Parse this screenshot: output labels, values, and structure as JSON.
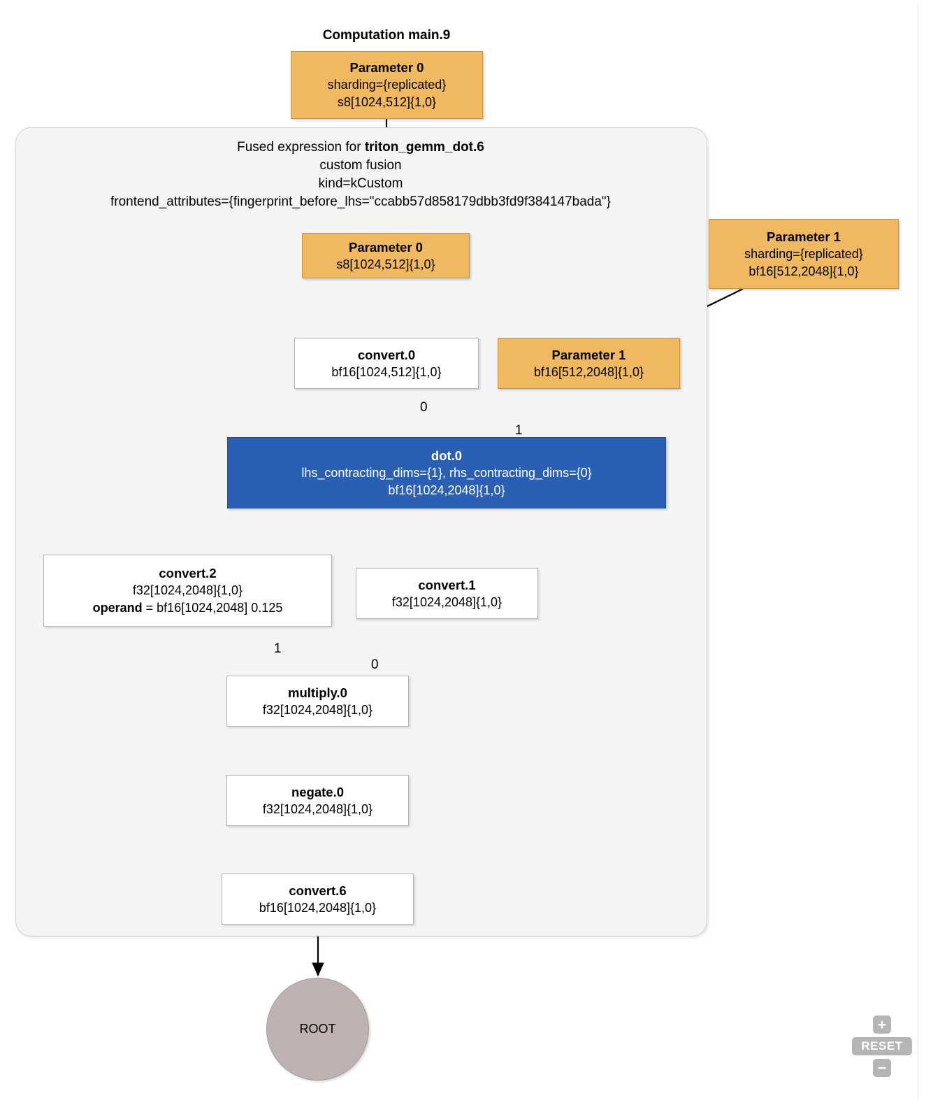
{
  "graph": {
    "title": "Computation main.9",
    "cluster": {
      "label_line1_prefix": "Fused expression for ",
      "label_line1_name": "triton_gemm_dot.6",
      "label_line2": "custom fusion",
      "label_line3": "kind=kCustom",
      "label_line4": "frontend_attributes={fingerprint_before_lhs=\"ccabb57d858179dbb3fd9f384147bada\"}"
    },
    "nodes": {
      "param0_outer": {
        "title": "Parameter 0",
        "line2": "sharding={replicated}",
        "line3": "s8[1024,512]{1,0}",
        "color": "#f0b860"
      },
      "param0_inner": {
        "title": "Parameter 0",
        "line2": "s8[1024,512]{1,0}",
        "color": "#f0b860"
      },
      "param1_outer": {
        "title": "Parameter 1",
        "line2": "sharding={replicated}",
        "line3": "bf16[512,2048]{1,0}",
        "color": "#f0b860"
      },
      "param1_inner": {
        "title": "Parameter 1",
        "line2": "bf16[512,2048]{1,0}",
        "color": "#f0b860"
      },
      "convert0": {
        "title": "convert.0",
        "line2": "bf16[1024,512]{1,0}",
        "color": "#ffffff"
      },
      "dot0": {
        "title": "dot.0",
        "line2": "lhs_contracting_dims={1}, rhs_contracting_dims={0}",
        "line3": "bf16[1024,2048]{1,0}",
        "color": "#2a5fb4"
      },
      "convert2": {
        "title": "convert.2",
        "line2": "f32[1024,2048]{1,0}",
        "operand_key": "operand",
        "operand_value": " = bf16[1024,2048] 0.125",
        "color": "#ffffff"
      },
      "convert1": {
        "title": "convert.1",
        "line2": "f32[1024,2048]{1,0}",
        "color": "#ffffff"
      },
      "multiply0": {
        "title": "multiply.0",
        "line2": "f32[1024,2048]{1,0}",
        "color": "#ffffff"
      },
      "negate0": {
        "title": "negate.0",
        "line2": "f32[1024,2048]{1,0}",
        "color": "#ffffff"
      },
      "convert6": {
        "title": "convert.6",
        "line2": "bf16[1024,2048]{1,0}",
        "color": "#ffffff"
      },
      "root": {
        "title": "ROOT",
        "color": "#beb2b2"
      }
    },
    "edge_labels": {
      "convert0_to_dot0": "0",
      "param1_to_dot0": "1",
      "convert2_to_multiply0": "1",
      "convert1_to_multiply0": "0"
    }
  },
  "controls": {
    "zoom_in": "+",
    "reset": "RESET",
    "zoom_out": "−"
  }
}
